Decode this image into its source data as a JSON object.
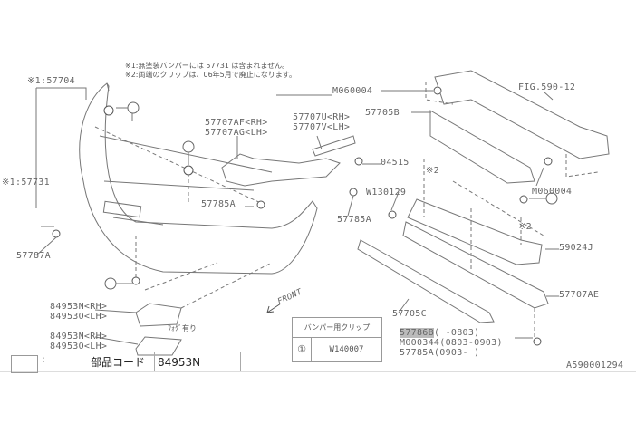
{
  "notes": [
    "※1:無塗装バンパーには 57731 は含まれません。",
    "※2:両端のクリップは、06年5月で廃止になります。"
  ],
  "labels": {
    "p57704": "※1:57704",
    "p57731": "※1:57731",
    "p57787A": "57787A",
    "p84953N_a": "84953N<RH>",
    "p84953O_a": "84953O<LH>",
    "p84953N_b": "84953N<RH>",
    "p84953O_b": "84953O<LH>",
    "fog": "ﾌｫｸﾞ有り",
    "p57707AF": "57707AF<RH>",
    "p57707AG": "57707AG<LH>",
    "p57707U": "57707U<RH>",
    "p57707V": "57707V<LH>",
    "m060004_a": "M060004",
    "p57705B": "57705B",
    "fig": "FIG.590-12",
    "p04515": "04515",
    "w130129": "W130129",
    "p57785A_a": "57785A",
    "p57785A_b": "57785A",
    "m060004_b": "M060004",
    "note2_a": "※2",
    "note2_b": "※2",
    "p59024J": "59024J",
    "p57707AE": "57707AE",
    "p57705C": "57705C",
    "front": "FRONT",
    "p57786B": "57786B",
    "r57786B": "(     -0803)",
    "m000344": "M000344(0803-0903)",
    "p57785A_c": "57785A(0903-     )",
    "diagram_id": "A590001294",
    "circle1": "①"
  },
  "clip_table": {
    "header": "バンパー用クリップ",
    "rows": [
      {
        "key": "①",
        "part": "W140007"
      }
    ]
  },
  "bottom": {
    "code_label": "部品コード",
    "code_value": "84953N",
    "colon": ":"
  }
}
